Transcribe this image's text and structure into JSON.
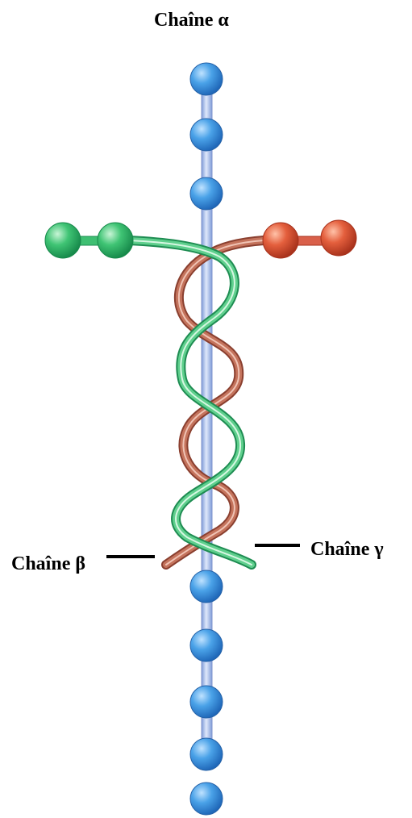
{
  "labels": {
    "alpha": "Chaîne α",
    "beta": "Chaîne β",
    "gamma": "Chaîne γ"
  },
  "colors": {
    "alpha_bead": "#3a8fdc",
    "alpha_rod": "#9db4e6",
    "beta_strand": "#b55a44",
    "beta_bead": "#d9553a",
    "gamma_strand": "#2fb56e",
    "gamma_bead": "#34bd6c",
    "leader_line": "#000000"
  }
}
